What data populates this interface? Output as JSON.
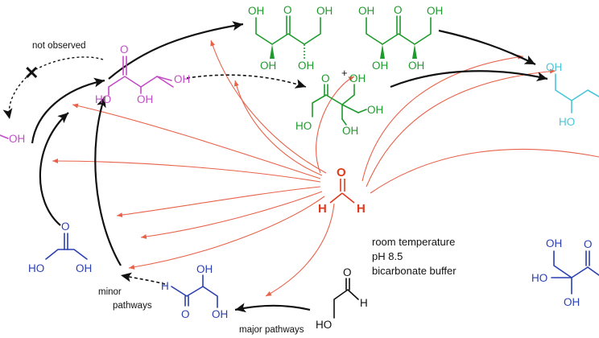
{
  "colors": {
    "formaldehyde": "#e03a1e",
    "green": "#1f9a2c",
    "magenta": "#c24cc6",
    "blue": "#2a3fb0",
    "cyan": "#46c6d8",
    "red_arrow": "#e8624a",
    "black_arrow": "#111111"
  },
  "labels": {
    "not_observed": "not observed",
    "cross": "✕",
    "plus": "+",
    "minor_pathways_line1": "minor",
    "minor_pathways_line2": "pathways",
    "major_pathways": "major pathways"
  },
  "conditions": {
    "line1": "room temperature",
    "line2": "pH 8.5",
    "line3": "bicarbonate buffer"
  },
  "atoms": {
    "O": "O",
    "H": "H",
    "OH": "OH",
    "HO": "HO"
  }
}
